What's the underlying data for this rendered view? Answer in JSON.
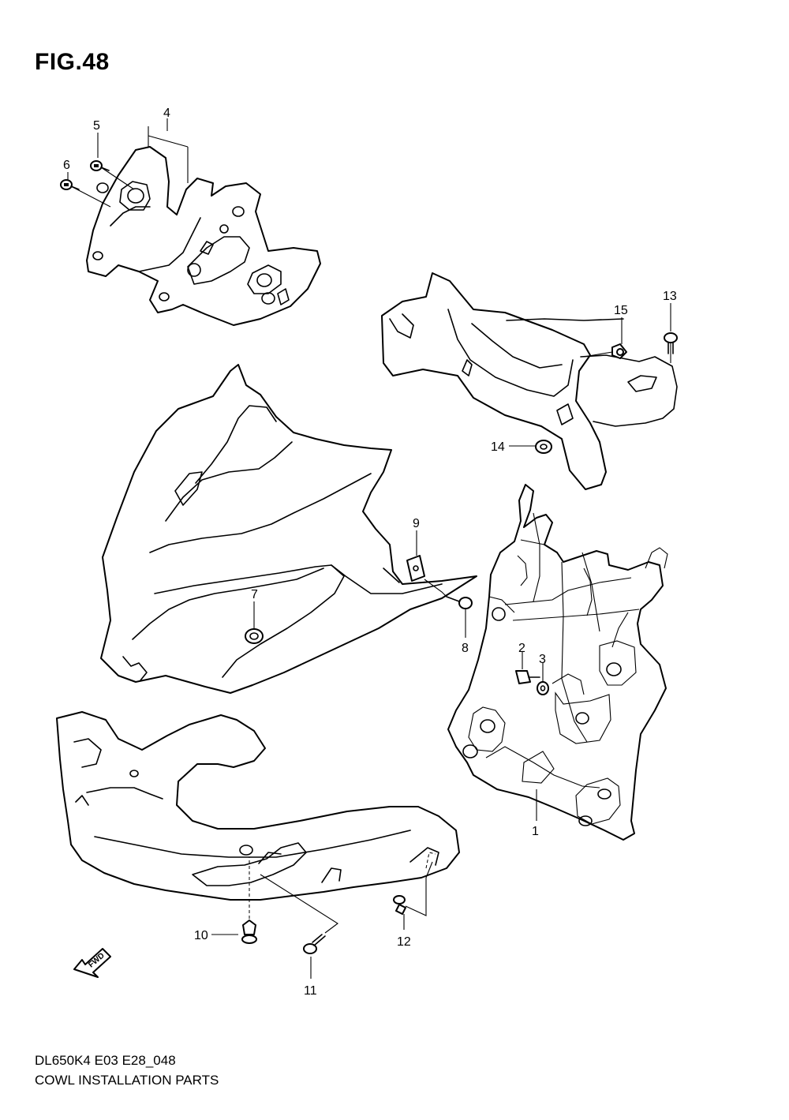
{
  "figure": {
    "title": "FIG.48",
    "model_code": "DL650K4 E03 E28_048",
    "caption": "COWL INSTALLATION PARTS",
    "fwd_label": "FWD"
  },
  "callouts": [
    {
      "id": "1",
      "label": "1"
    },
    {
      "id": "2",
      "label": "2"
    },
    {
      "id": "3",
      "label": "3"
    },
    {
      "id": "4",
      "label": "4"
    },
    {
      "id": "5",
      "label": "5"
    },
    {
      "id": "6",
      "label": "6"
    },
    {
      "id": "7",
      "label": "7"
    },
    {
      "id": "8",
      "label": "8"
    },
    {
      "id": "9",
      "label": "9"
    },
    {
      "id": "10",
      "label": "10"
    },
    {
      "id": "11",
      "label": "11"
    },
    {
      "id": "12",
      "label": "12"
    },
    {
      "id": "13",
      "label": "13"
    },
    {
      "id": "14",
      "label": "14"
    },
    {
      "id": "15",
      "label": "15"
    }
  ]
}
